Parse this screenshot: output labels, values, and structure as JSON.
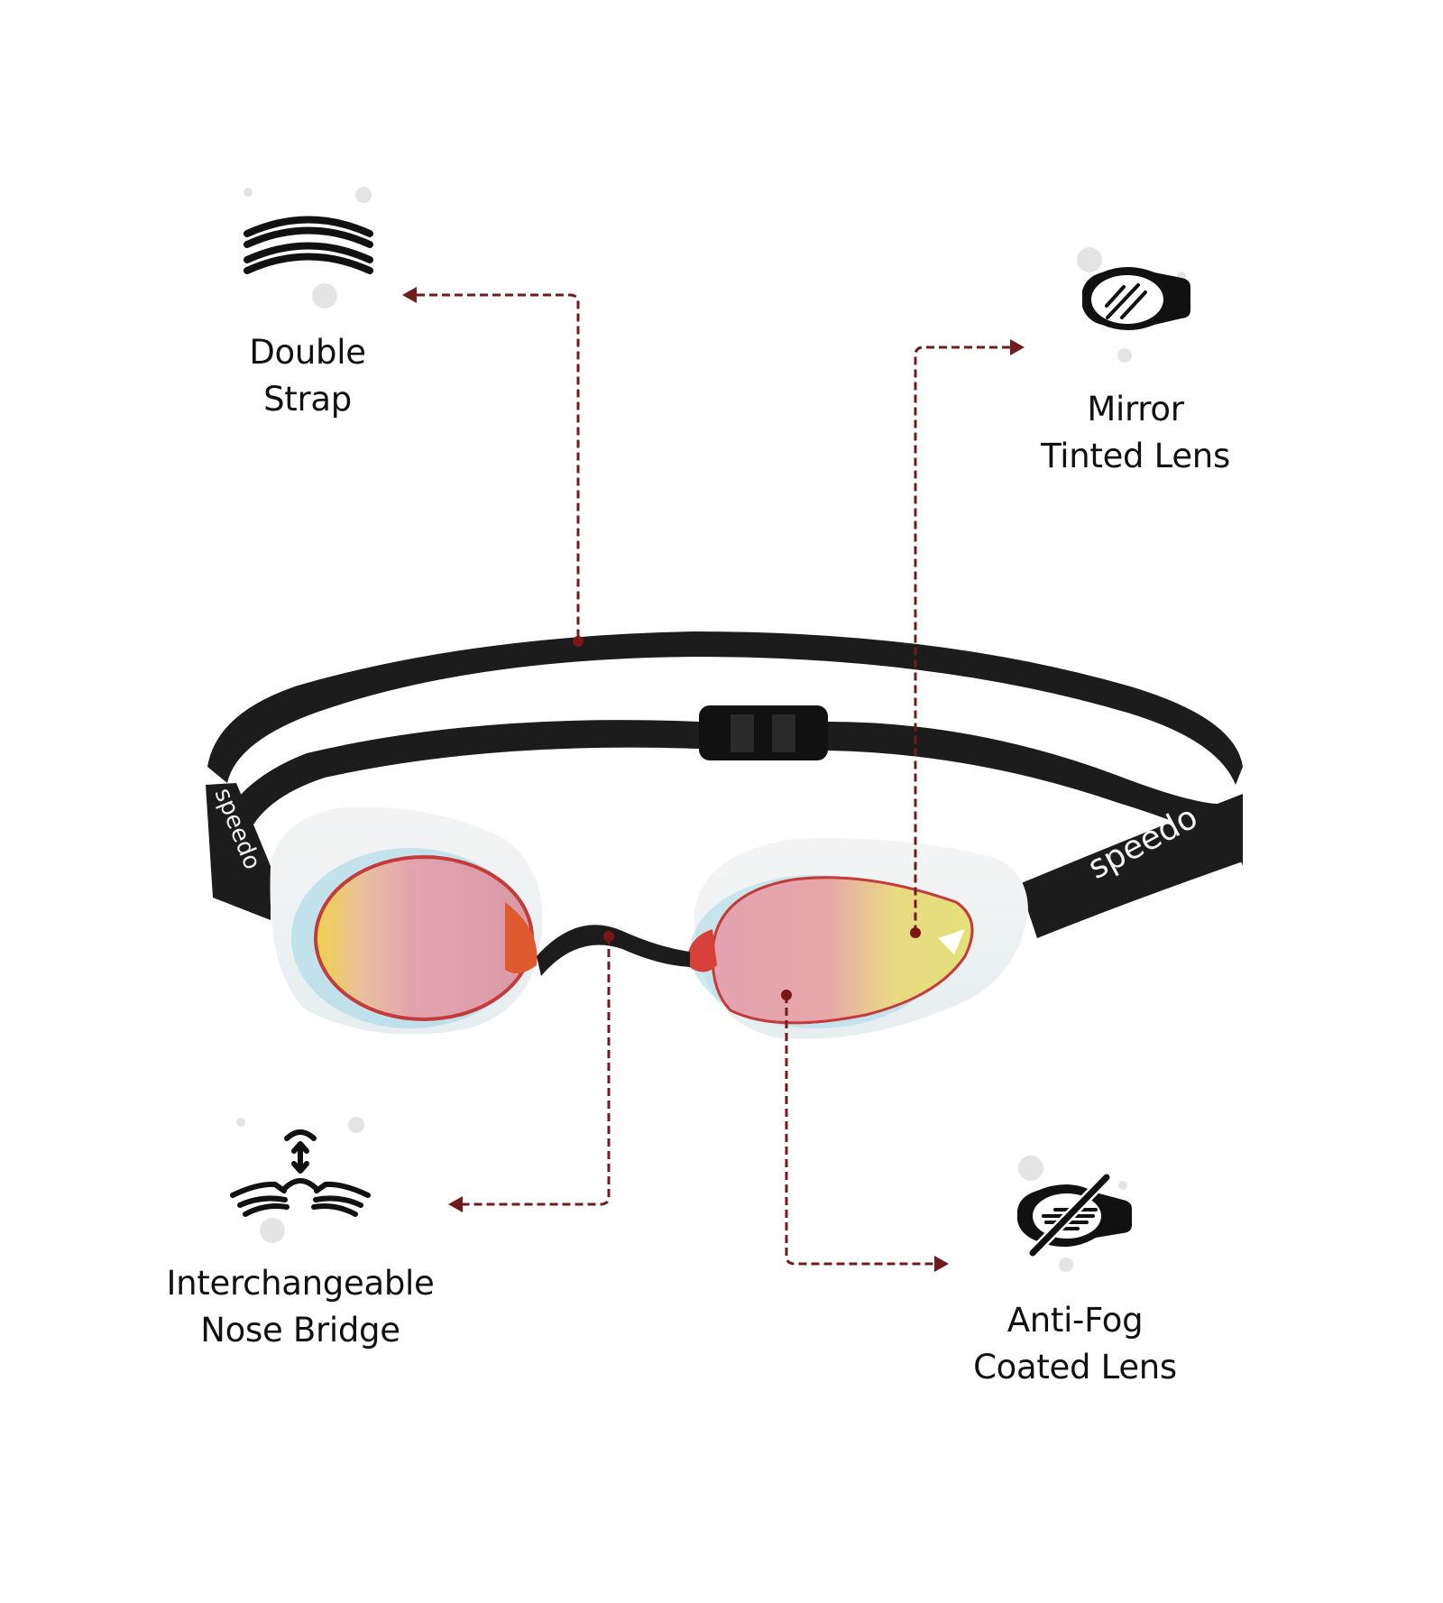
{
  "page": {
    "background": "#ffffff",
    "connector_color": "#6e1c1c",
    "bubble_color": "#e4e4e4",
    "icon_color": "#111111"
  },
  "product": {
    "brand_text_left": "speedo",
    "brand_text_right": "speedo",
    "strap_color": "#1c1c1c",
    "lens_colors": [
      "#e8a5b0",
      "#e9e07a",
      "#d94a3a",
      "#8fd3e8"
    ]
  },
  "features": [
    {
      "id": "double-strap",
      "icon": "double-strap-icon",
      "line1": "Double",
      "line2": "Strap"
    },
    {
      "id": "mirror-lens",
      "icon": "mirror-lens-icon",
      "line1": "Mirror",
      "line2": "Tinted Lens"
    },
    {
      "id": "nose-bridge",
      "icon": "nose-bridge-icon",
      "line1": "Interchangeable",
      "line2": "Nose Bridge"
    },
    {
      "id": "anti-fog",
      "icon": "anti-fog-lens-icon",
      "line1": "Anti-Fog",
      "line2": "Coated Lens"
    }
  ]
}
